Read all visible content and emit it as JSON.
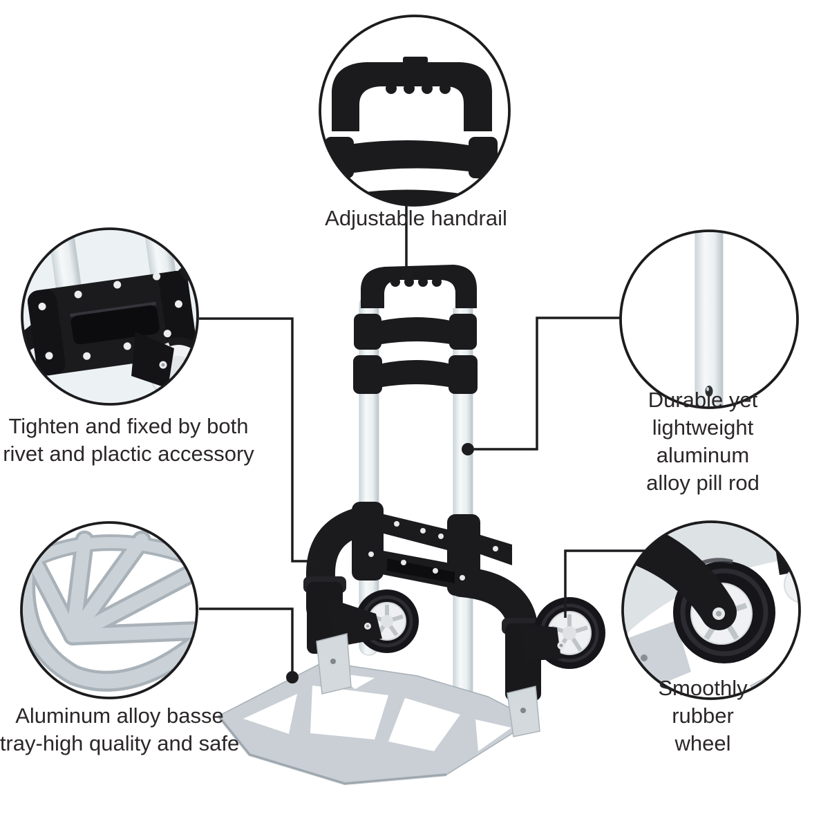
{
  "page": {
    "type": "product-feature-infographic",
    "product": "folding-hand-truck",
    "background_color": "#ffffff"
  },
  "style": {
    "callout_line_color": "#1c1c1e",
    "text_color": "#2b2729",
    "plastic_black": "#1b1b1e",
    "aluminum_silver": "#c9cfd5",
    "rod_white": "#eef1f2",
    "wheel_hub_white": "#eff1f2"
  },
  "callouts": [
    {
      "id": "handrail",
      "label": "Adjustable handrail",
      "icon": "handle-detail-icon",
      "position": "top"
    },
    {
      "id": "rivet",
      "label": "Tighten and fixed by both\nrivet and plactic accessory",
      "icon": "rivet-bracket-detail-icon",
      "position": "middle-left"
    },
    {
      "id": "rod",
      "label": "Durable yet lightweight\naluminum alloy pill rod",
      "icon": "aluminum-rod-detail-icon",
      "position": "middle-right"
    },
    {
      "id": "tray",
      "label": "Aluminum alloy basse\ntray-high quality and safe",
      "icon": "base-tray-detail-icon",
      "position": "bottom-left"
    },
    {
      "id": "wheel",
      "label": "Smoothly rubber wheel",
      "icon": "rubber-wheel-detail-icon",
      "position": "bottom-right"
    }
  ]
}
